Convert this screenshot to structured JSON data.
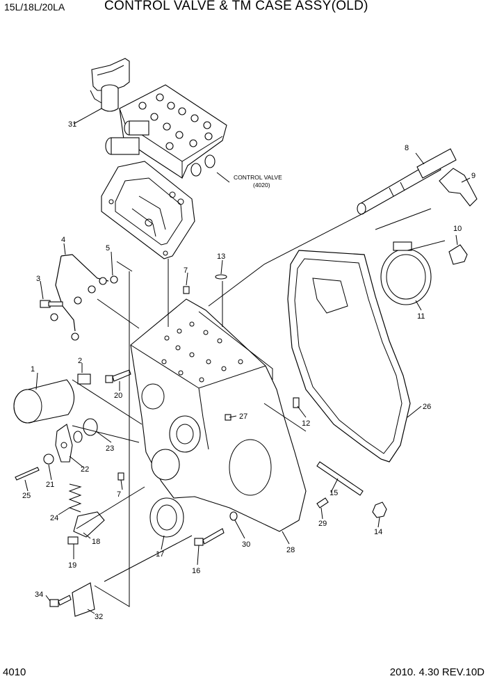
{
  "header": {
    "model": "15L/18L/20LA",
    "title": "CONTROL VALVE & TM CASE ASSY(OLD)"
  },
  "footer": {
    "page_number": "4010",
    "date_rev": "2010. 4.30  REV.10D"
  },
  "callouts": {
    "p1": "1",
    "p2": "2",
    "p3": "3",
    "p4": "4",
    "p5": "5",
    "p7a": "7",
    "p7b": "7",
    "p8": "8",
    "p9": "9",
    "p10": "10",
    "p11": "11",
    "p12": "12",
    "p13": "13",
    "p14": "14",
    "p15": "15",
    "p16": "16",
    "p17": "17",
    "p18": "18",
    "p19": "19",
    "p20": "20",
    "p21": "21",
    "p22": "22",
    "p23": "23",
    "p24": "24",
    "p25": "25",
    "p26": "26",
    "p27": "27",
    "p28": "28",
    "p29": "29",
    "p30": "30",
    "p31": "31",
    "p32": "32",
    "p34": "34"
  },
  "control_valve_label": {
    "name": "CONTROL  VALVE",
    "ref": "(4020)"
  }
}
